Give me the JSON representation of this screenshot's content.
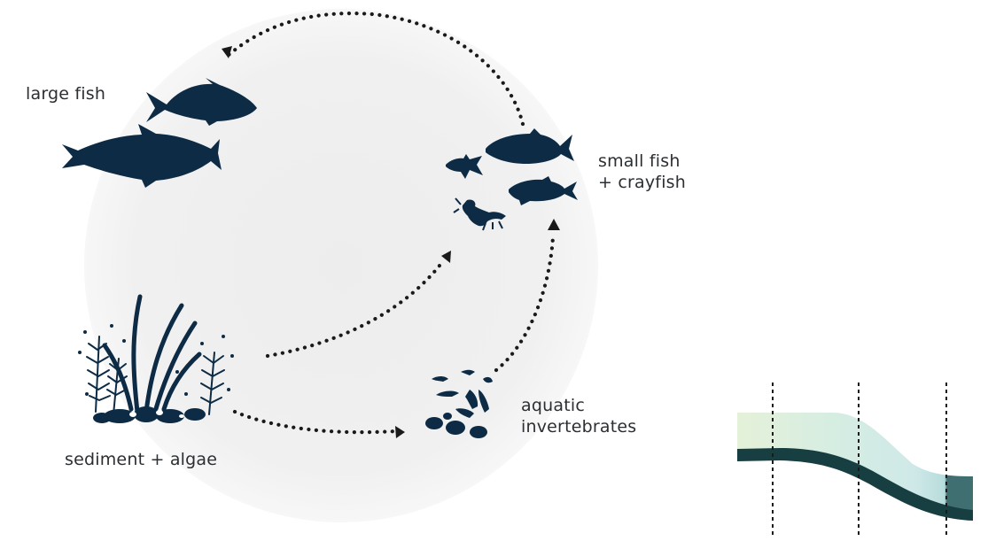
{
  "diagram": {
    "nodes": {
      "large_fish": {
        "label": "large fish",
        "icon": "large-fish-icon"
      },
      "small_fish": {
        "label_line1": "small fish",
        "label_line2": "+ crayfish",
        "icon": "small-fish-crayfish-icon"
      },
      "invertebrates": {
        "label_line1": "aquatic",
        "label_line2": "invertebrates",
        "icon": "aquatic-invertebrates-icon"
      },
      "sediment": {
        "label": "sediment + algae",
        "icon": "sediment-algae-icon"
      }
    },
    "edges": [
      {
        "from": "sediment + algae",
        "to": "small fish + crayfish"
      },
      {
        "from": "sediment + algae",
        "to": "aquatic invertebrates"
      },
      {
        "from": "aquatic invertebrates",
        "to": "small fish + crayfish"
      },
      {
        "from": "small fish + crayfish",
        "to": "large fish"
      }
    ],
    "colors": {
      "silhouette": "#0d2b45",
      "arrow": "#1a1a1a",
      "circle_fill": "#ebebeb",
      "text": "#2b2f33",
      "stream_light": "#e3f0d8",
      "stream_mid": "#cde9e6",
      "stream_dark_fill": "#3f6f70",
      "stream_bed": "#173e41"
    }
  }
}
